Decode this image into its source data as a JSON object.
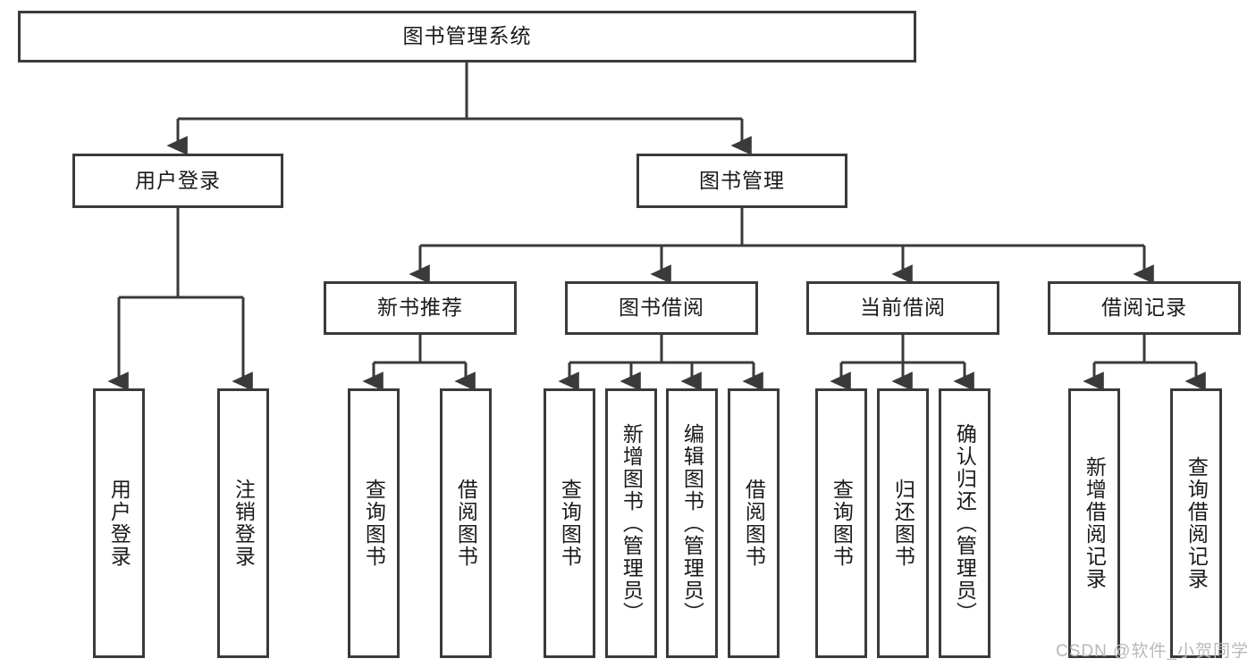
{
  "diagram": {
    "title": "图书管理系统",
    "type": "hierarchy-tree",
    "root": {
      "id": "root",
      "label": "图书管理系统"
    },
    "level2": [
      {
        "id": "user-login",
        "label": "用户登录"
      },
      {
        "id": "book-manage",
        "label": "图书管理"
      }
    ],
    "level3": [
      {
        "id": "new-book-rec",
        "label": "新书推荐",
        "parent": "book-manage"
      },
      {
        "id": "book-borrow",
        "label": "图书借阅",
        "parent": "book-manage"
      },
      {
        "id": "current-borrow",
        "label": "当前借阅",
        "parent": "book-manage"
      },
      {
        "id": "borrow-record",
        "label": "借阅记录",
        "parent": "book-manage"
      }
    ],
    "leaves": {
      "user-login": [
        {
          "id": "leaf-user-login",
          "label": "用户登录"
        },
        {
          "id": "leaf-logout",
          "label": "注销登录"
        }
      ],
      "new-book-rec": [
        {
          "id": "leaf-query-book-1",
          "label": "查询图书"
        },
        {
          "id": "leaf-borrow-book-1",
          "label": "借阅图书"
        }
      ],
      "book-borrow": [
        {
          "id": "leaf-query-book-2",
          "label": "查询图书"
        },
        {
          "id": "leaf-add-book",
          "label": "新增图书（管理员）"
        },
        {
          "id": "leaf-edit-book",
          "label": "编辑图书（管理员）"
        },
        {
          "id": "leaf-borrow-book-2",
          "label": "借阅图书"
        }
      ],
      "current-borrow": [
        {
          "id": "leaf-query-book-3",
          "label": "查询图书"
        },
        {
          "id": "leaf-return-book",
          "label": "归还图书"
        },
        {
          "id": "leaf-confirm-return",
          "label": "确认归还（管理员）"
        }
      ],
      "borrow-record": [
        {
          "id": "leaf-add-record",
          "label": "新增借阅记录"
        },
        {
          "id": "leaf-query-record",
          "label": "查询借阅记录"
        }
      ]
    },
    "watermark": "CSDN @软件_小贺同学",
    "colors": {
      "stroke": "#3a3a3a",
      "background": "#ffffff",
      "text": "#1a1a1a",
      "watermark": "#b9b9b9"
    }
  }
}
